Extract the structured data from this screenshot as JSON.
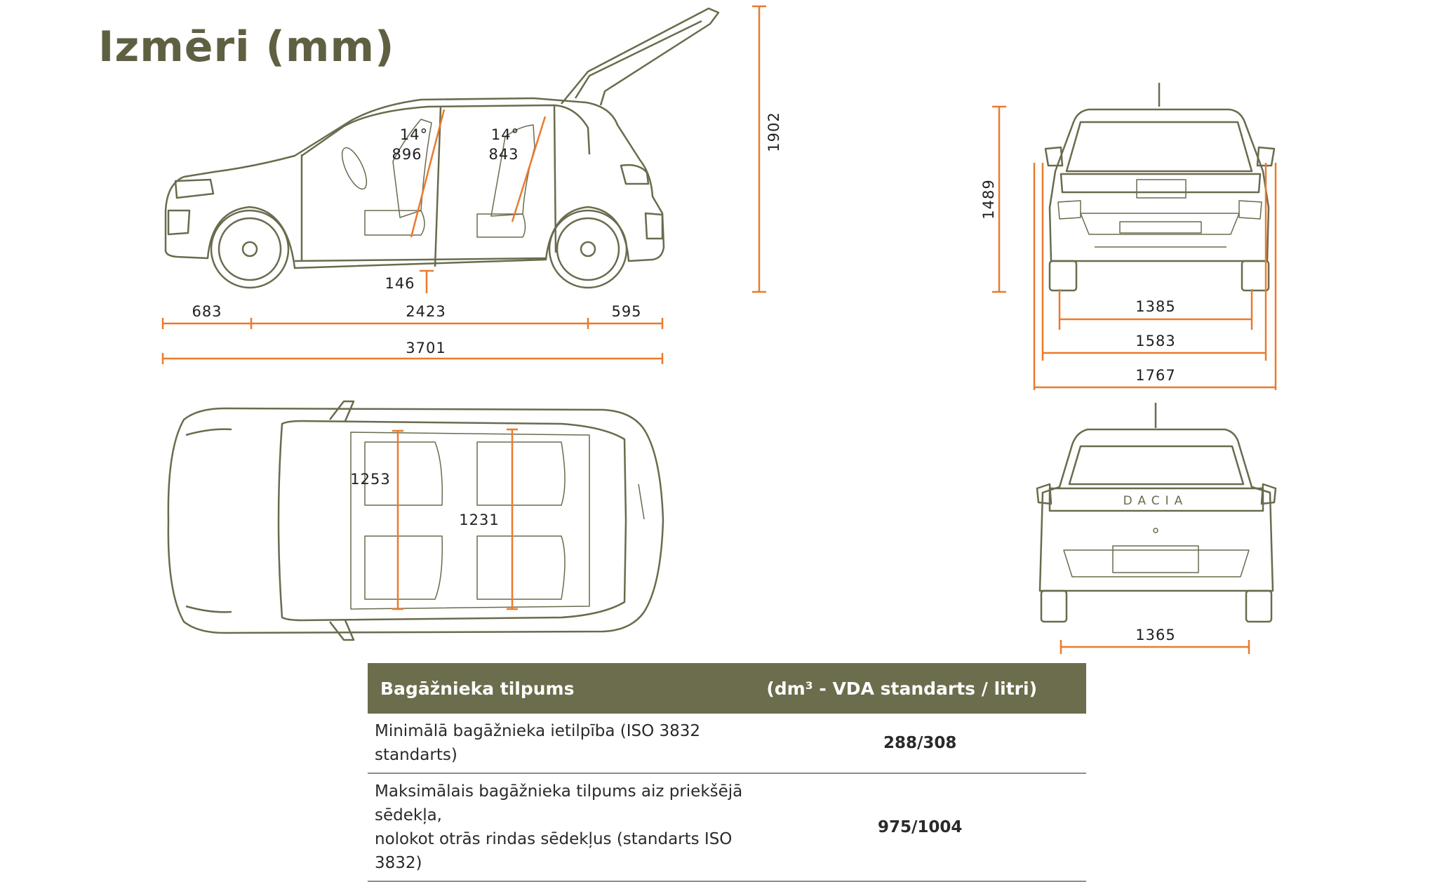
{
  "title": "Izmēri (mm)",
  "colors": {
    "title": "#5f6042",
    "accent": "#ea7a2c",
    "line": "#6a6b4d",
    "table_header": "#6b6d4c"
  },
  "side_view": {
    "seat_angle_front": "14°",
    "headroom_front": "896",
    "seat_angle_rear": "14°",
    "headroom_rear": "843",
    "ground_clearance": "146",
    "front_overhang": "683",
    "wheelbase": "2423",
    "rear_overhang": "595",
    "length": "3701",
    "height_tailgate_open": "1902"
  },
  "front_view": {
    "height": "1489",
    "front_track": "1385",
    "width_without_mirrors": "1583",
    "width_with_mirrors": "1767"
  },
  "rear_view": {
    "brand": "DACIA",
    "rear_track": "1365"
  },
  "top_view": {
    "front_elbow_width": "1253",
    "rear_elbow_width": "1231"
  },
  "table": {
    "header_left": "Bagāžnieka tilpums",
    "header_right": "(dm³ - VDA standarts / litri)",
    "rows": [
      {
        "label": "Minimālā bagāžnieka ietilpība (ISO 3832 standarts)",
        "value": "288/308"
      },
      {
        "label_line1": "Maksimālais bagāžnieka tilpums aiz priekšējā sēdekļa,",
        "label_line2": "nolokot otrās rindas sēdekļus (standarts ISO 3832)",
        "value": "975/1004"
      }
    ]
  }
}
